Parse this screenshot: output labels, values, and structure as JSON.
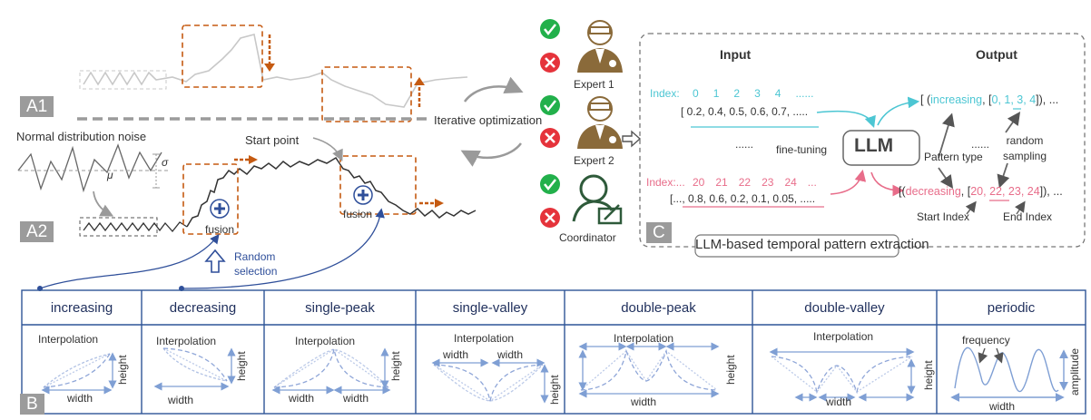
{
  "sectionA": {
    "a1_tag": "A1",
    "a2_tag": "A2",
    "noise_label": "Normal distribution noise",
    "sigma": "σ",
    "mu": "μ",
    "start_point": "Start point",
    "fusion_1": "fusion",
    "fusion_2": "fusion",
    "random_selection_1": "Random",
    "random_selection_2": "selection",
    "iterative": "Iterative optimization"
  },
  "roles": {
    "expert1": "Expert 1",
    "expert2": "Expert 2",
    "coordinator": "Coordinator"
  },
  "sectionC": {
    "tag": "C",
    "input_title": "Input",
    "output_title": "Output",
    "index_label_1": "Index:",
    "index_values_1": [
      "0",
      "1",
      "2",
      "3",
      "4",
      "......"
    ],
    "input_values_1": "[ 0.2, 0.4, 0.5, 0.6, 0.7, .....",
    "output_1_open": "[ (",
    "output_1_pattern": "increasing",
    "output_1_mid": ", [",
    "output_1_list": "0, 1, 3, 4",
    "output_1_close": "]), ...",
    "ellipsis_mid": "......",
    "fine_tuning": "fine-tuning",
    "llm": "LLM",
    "ellipsis_right": "......",
    "pattern_type": "Pattern type",
    "random_sampling_1": "random",
    "random_sampling_2": "sampling",
    "index_label_2": "Index:...",
    "index_values_2": [
      "20",
      "21",
      "22",
      "23",
      "24",
      "..."
    ],
    "input_values_2": "[..., 0.8, 0.6, 0.2, 0.1, 0.05, .....",
    "output_2_open": "[(",
    "output_2_pattern": "decreasing",
    "output_2_mid": ", [",
    "output_2_list": "20, 22, 23, 24",
    "output_2_close": "]), ...",
    "start_index": "Start Index",
    "end_index": "End Index",
    "caption": "LLM-based temporal pattern extraction"
  },
  "sectionB": {
    "tag": "B",
    "patterns": [
      "increasing",
      "decreasing",
      "single-peak",
      "single-valley",
      "double-peak",
      "double-valley",
      "periodic"
    ],
    "interpolation": "Interpolation",
    "width": "width",
    "height": "height",
    "frequency": "frequency",
    "amplitude": "amplitude"
  },
  "colors": {
    "accent_orange": "#c55a11",
    "border_blue": "#2f5597",
    "teal": "#4cc6d3",
    "pink": "#e86d8a",
    "llm_green": "#2e7d32",
    "check_green": "#22b04b",
    "cross_red": "#e5333b",
    "person_brown": "#8a6a3a"
  }
}
